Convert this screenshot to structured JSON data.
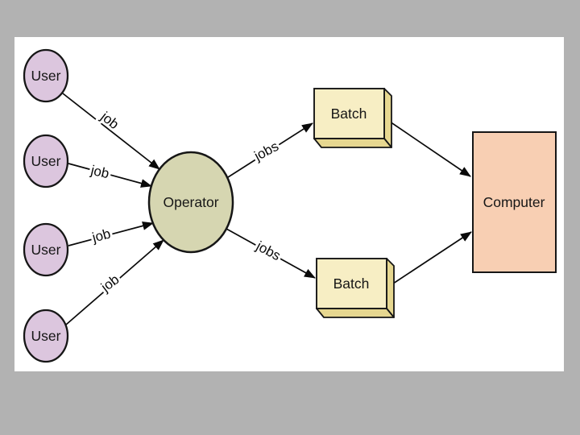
{
  "colors": {
    "background": "#b2b2b2",
    "canvas": "#ffffff",
    "user_fill": "#dcc6de",
    "operator_fill": "#d6d6b1",
    "batch_face_fill": "#f7eec4",
    "batch_edge_fill": "#e6d790",
    "computer_fill": "#f8cfb3",
    "line": "#0a0a0a"
  },
  "diagram": {
    "users": [
      {
        "label": "User"
      },
      {
        "label": "User"
      },
      {
        "label": "User"
      },
      {
        "label": "User"
      }
    ],
    "operator": {
      "label": "Operator"
    },
    "batches": [
      {
        "label": "Batch"
      },
      {
        "label": "Batch"
      }
    ],
    "computer": {
      "label": "Computer"
    },
    "edges": [
      {
        "from": "user-1",
        "to": "operator",
        "label": "job"
      },
      {
        "from": "user-2",
        "to": "operator",
        "label": "job"
      },
      {
        "from": "user-3",
        "to": "operator",
        "label": "job"
      },
      {
        "from": "user-4",
        "to": "operator",
        "label": "job"
      },
      {
        "from": "operator",
        "to": "batch-1",
        "label": "jobs"
      },
      {
        "from": "operator",
        "to": "batch-2",
        "label": "jobs"
      },
      {
        "from": "batch-1",
        "to": "computer",
        "label": ""
      },
      {
        "from": "batch-2",
        "to": "computer",
        "label": ""
      }
    ]
  }
}
